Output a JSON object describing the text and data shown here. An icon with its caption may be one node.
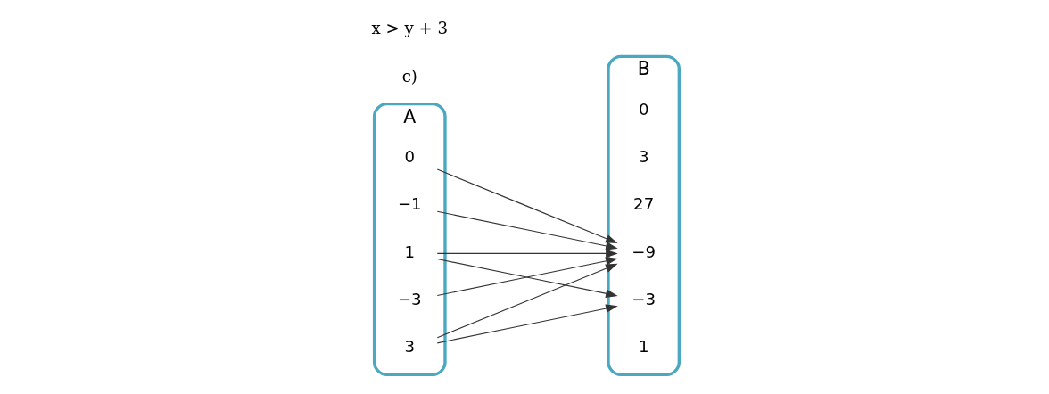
{
  "diagram": {
    "nodes": [
      {
        "text": [
          "A"
        ]
      },
      {
        "text": [
          "0"
        ],
        "in": 0
      },
      {
        "text": [
          "−1"
        ],
        "in": 0
      },
      {
        "text": [
          "1"
        ],
        "in": 0
      },
      {
        "text": [
          "−3"
        ],
        "in": 0
      },
      {
        "text": [
          "3"
        ],
        "in": 0
      },
      {
        "text": [
          "B"
        ]
      },
      {
        "text": [
          "0"
        ],
        "in": 6
      },
      {
        "text": [
          "3"
        ],
        "in": 6
      },
      {
        "text": [
          "27"
        ],
        "in": 6
      },
      {
        "text": [
          "−3"
        ],
        "in": 6
      },
      {
        "text": [
          "−9"
        ],
        "in": 6
      },
      {
        "text": [
          "1"
        ],
        "in": 6
      }
    ],
    "edges": [
      {
        "from": 1,
        "to": 11,
        "arrow": "to"
      },
      {
        "from": 2,
        "to": 11,
        "arrow": "to"
      },
      {
        "from": 3,
        "to": 10,
        "arrow": "to"
      },
      {
        "from": 3,
        "to": 11,
        "arrow": "to"
      },
      {
        "from": 4,
        "to": 11,
        "arrow": "to"
      },
      {
        "from": 5,
        "to": 10,
        "arrow": "to"
      },
      {
        "from": 5,
        "to": 11,
        "arrow": "to"
      }
    ],
    "labels": [
      "c)",
      "x > y + 3"
    ]
  }
}
